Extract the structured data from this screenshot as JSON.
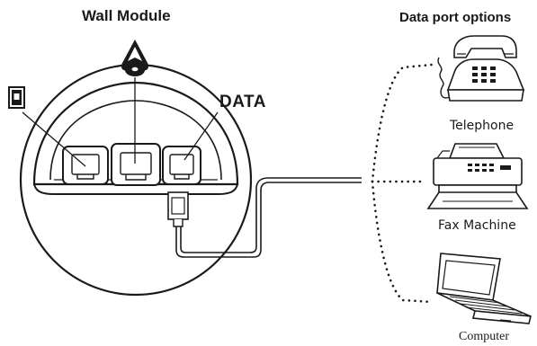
{
  "diagram": {
    "title_left": "Wall Module",
    "title_right": "Data port options",
    "data_label": "DATA",
    "devices": [
      {
        "label": "Telephone",
        "icon": "telephone-icon"
      },
      {
        "label": "Fax Machine",
        "icon": "fax-machine-icon"
      },
      {
        "label": "Computer",
        "icon": "laptop-icon"
      }
    ],
    "icons": {
      "phone_jack": "phone-jack-icon",
      "pendant": "pendant-icon"
    },
    "colors": {
      "ink": "#1a1a1a",
      "background": "#ffffff",
      "port_fill": "#ffffff"
    }
  }
}
